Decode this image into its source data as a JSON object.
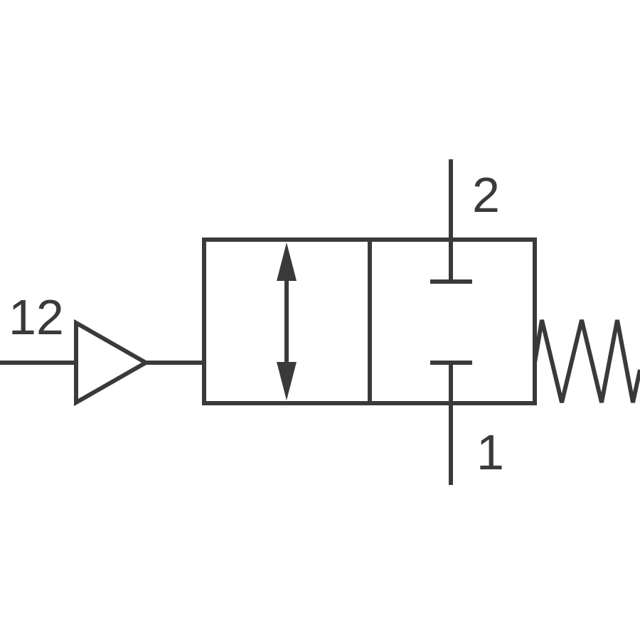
{
  "labels": {
    "pilot_port": "12",
    "outlet_port": "2",
    "inlet_port": "1"
  },
  "colors": {
    "line": "#3a3a3a",
    "background": "#ffffff"
  },
  "icons": {
    "actuator": "pilot-triangle-icon",
    "spring": "spring-return-icon",
    "flow_arrow": "double-headed-arrow-icon",
    "blocked_port": "blocked-port-icon"
  }
}
